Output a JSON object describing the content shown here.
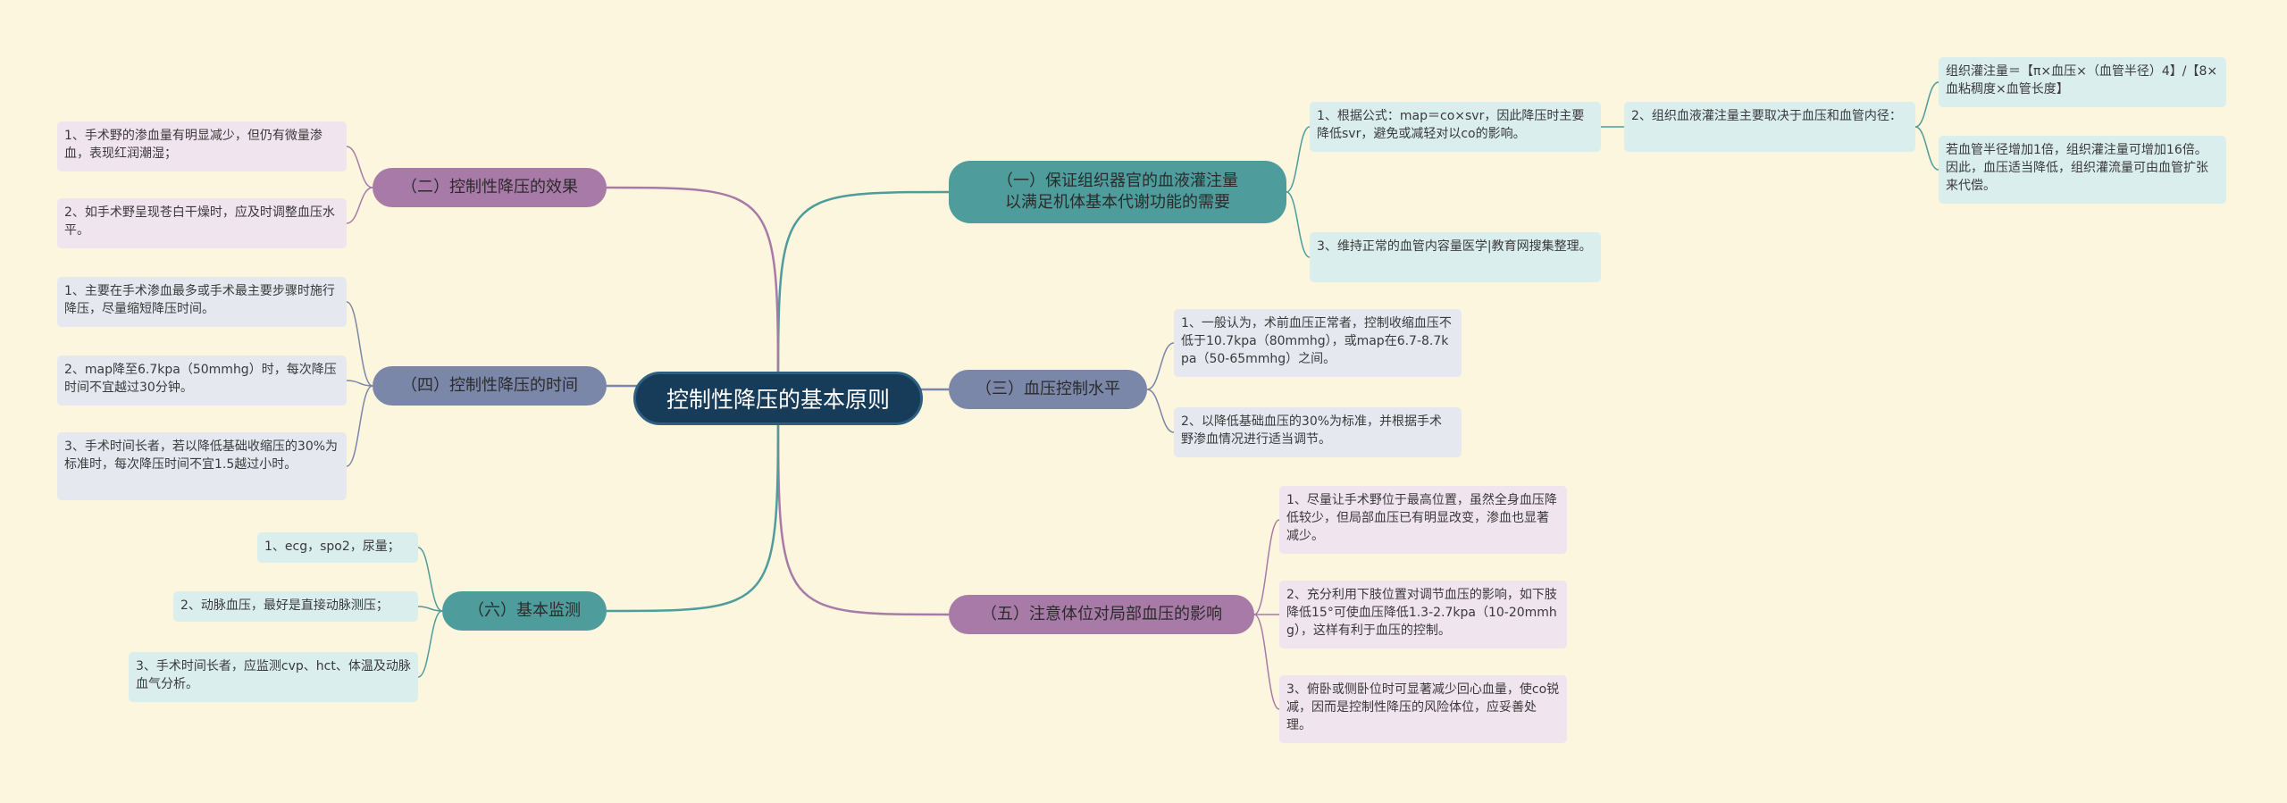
{
  "root": {
    "title": "控制性降压的基本原则"
  },
  "branches": {
    "b1": {
      "label": "（一）保证组织器官的血液灌注量\n以满足机体基本代谢功能的需要"
    },
    "b2": {
      "label": "（二）控制性降压的效果"
    },
    "b3": {
      "label": "（三）血压控制水平"
    },
    "b4": {
      "label": "（四）控制性降压的时间"
    },
    "b5": {
      "label": "（五）注意体位对局部血压的影响"
    },
    "b6": {
      "label": "（六）基本监测"
    }
  },
  "leaves": {
    "b1_1": "1、根据公式：map＝co×svr，因此降压时主要降低svr，避免或减轻对以co的影响。",
    "b1_2": "3、维持正常的血管内容量医学|教育网搜集整理。",
    "b1_1_1": "2、组织血液灌注量主要取决于血压和血管内径：",
    "b1_1_1_1": "组织灌注量＝【π×血压×（血管半径）4】/【8×血粘稠度×血管长度】",
    "b1_1_1_2": "若血管半径增加1倍，组织灌注量可增加16倍。因此，血压适当降低，组织灌流量可由血管扩张来代偿。",
    "b2_1": "1、手术野的渗血量有明显减少，但仍有微量渗血，表现红润潮湿；",
    "b2_2": "2、如手术野呈现苍白干燥时，应及时调整血压水平。",
    "b3_1": "1、一般认为，术前血压正常者，控制收缩血压不低于10.7kpa（80mmhg），或map在6.7-8.7kpa（50-65mmhg）之间。",
    "b3_2": "2、以降低基础血压的30%为标准，并根据手术野渗血情况进行适当调节。",
    "b4_1": "1、主要在手术渗血最多或手术最主要步骤时施行降压，尽量缩短降压时间。",
    "b4_2": "2、map降至6.7kpa（50mmhg）时，每次降压时间不宜越过30分钟。",
    "b4_3": "3、手术时间长者，若以降低基础收缩压的30%为标准时，每次降压时间不宜1.5越过小时。",
    "b5_1": "1、尽量让手术野位于最高位置，虽然全身血压降低较少，但局部血压已有明显改变，渗血也显著减少。",
    "b5_2": "2、充分利用下肢位置对调节血压的影响，如下肢降低15°可使血压降低1.3-2.7kpa（10-20mmhg），这样有利于血压的控制。",
    "b5_3": "3、俯卧或侧卧位时可显著减少回心血量，使co锐减，因而是控制性降压的风险体位，应妥善处理。",
    "b6_1": "1、ecg，spo2，尿量；",
    "b6_2": "2、动脉血压，最好是直接动脉测压；",
    "b6_3": "3、手术时间长者，应监测cvp、hct、体温及动脉血气分析。"
  },
  "colors": {
    "background": "#fcf6de",
    "root": "#163c5a",
    "teal": "#4f9c9c",
    "purple": "#a87aa8",
    "slate": "#7b87a8",
    "teal_light": "#daeeee",
    "purple_light": "#f0e4ee",
    "slate_light": "#e6e8f0"
  }
}
